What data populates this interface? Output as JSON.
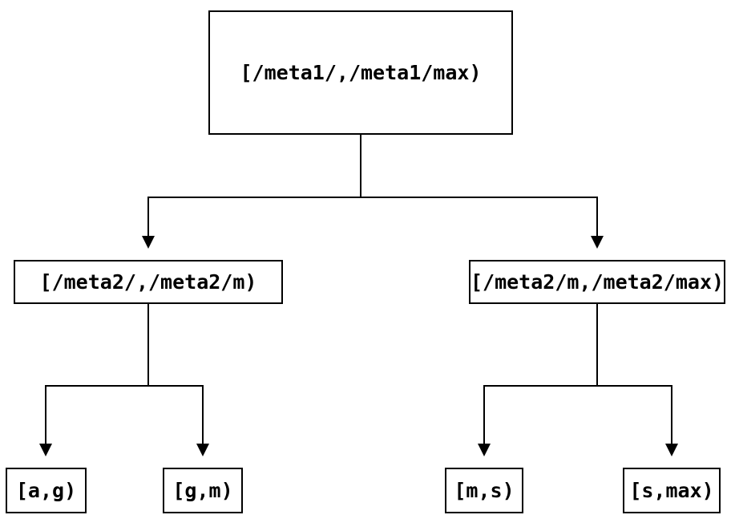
{
  "diagram": {
    "type": "binary-tree",
    "root": {
      "label": "[/meta1/,/meta1/max)"
    },
    "children": [
      {
        "label": "[/meta2/,/meta2/m)",
        "children": [
          {
            "label": "[a,g)"
          },
          {
            "label": "[g,m)"
          }
        ]
      },
      {
        "label": "[/meta2/m,/meta2/max)",
        "children": [
          {
            "label": "[m,s)"
          },
          {
            "label": "[s,max)"
          }
        ]
      }
    ],
    "colors": {
      "background": "#ffffff",
      "line": "#000000",
      "box_border": "#000000",
      "text": "#000000",
      "arrowhead": "#000000"
    }
  }
}
